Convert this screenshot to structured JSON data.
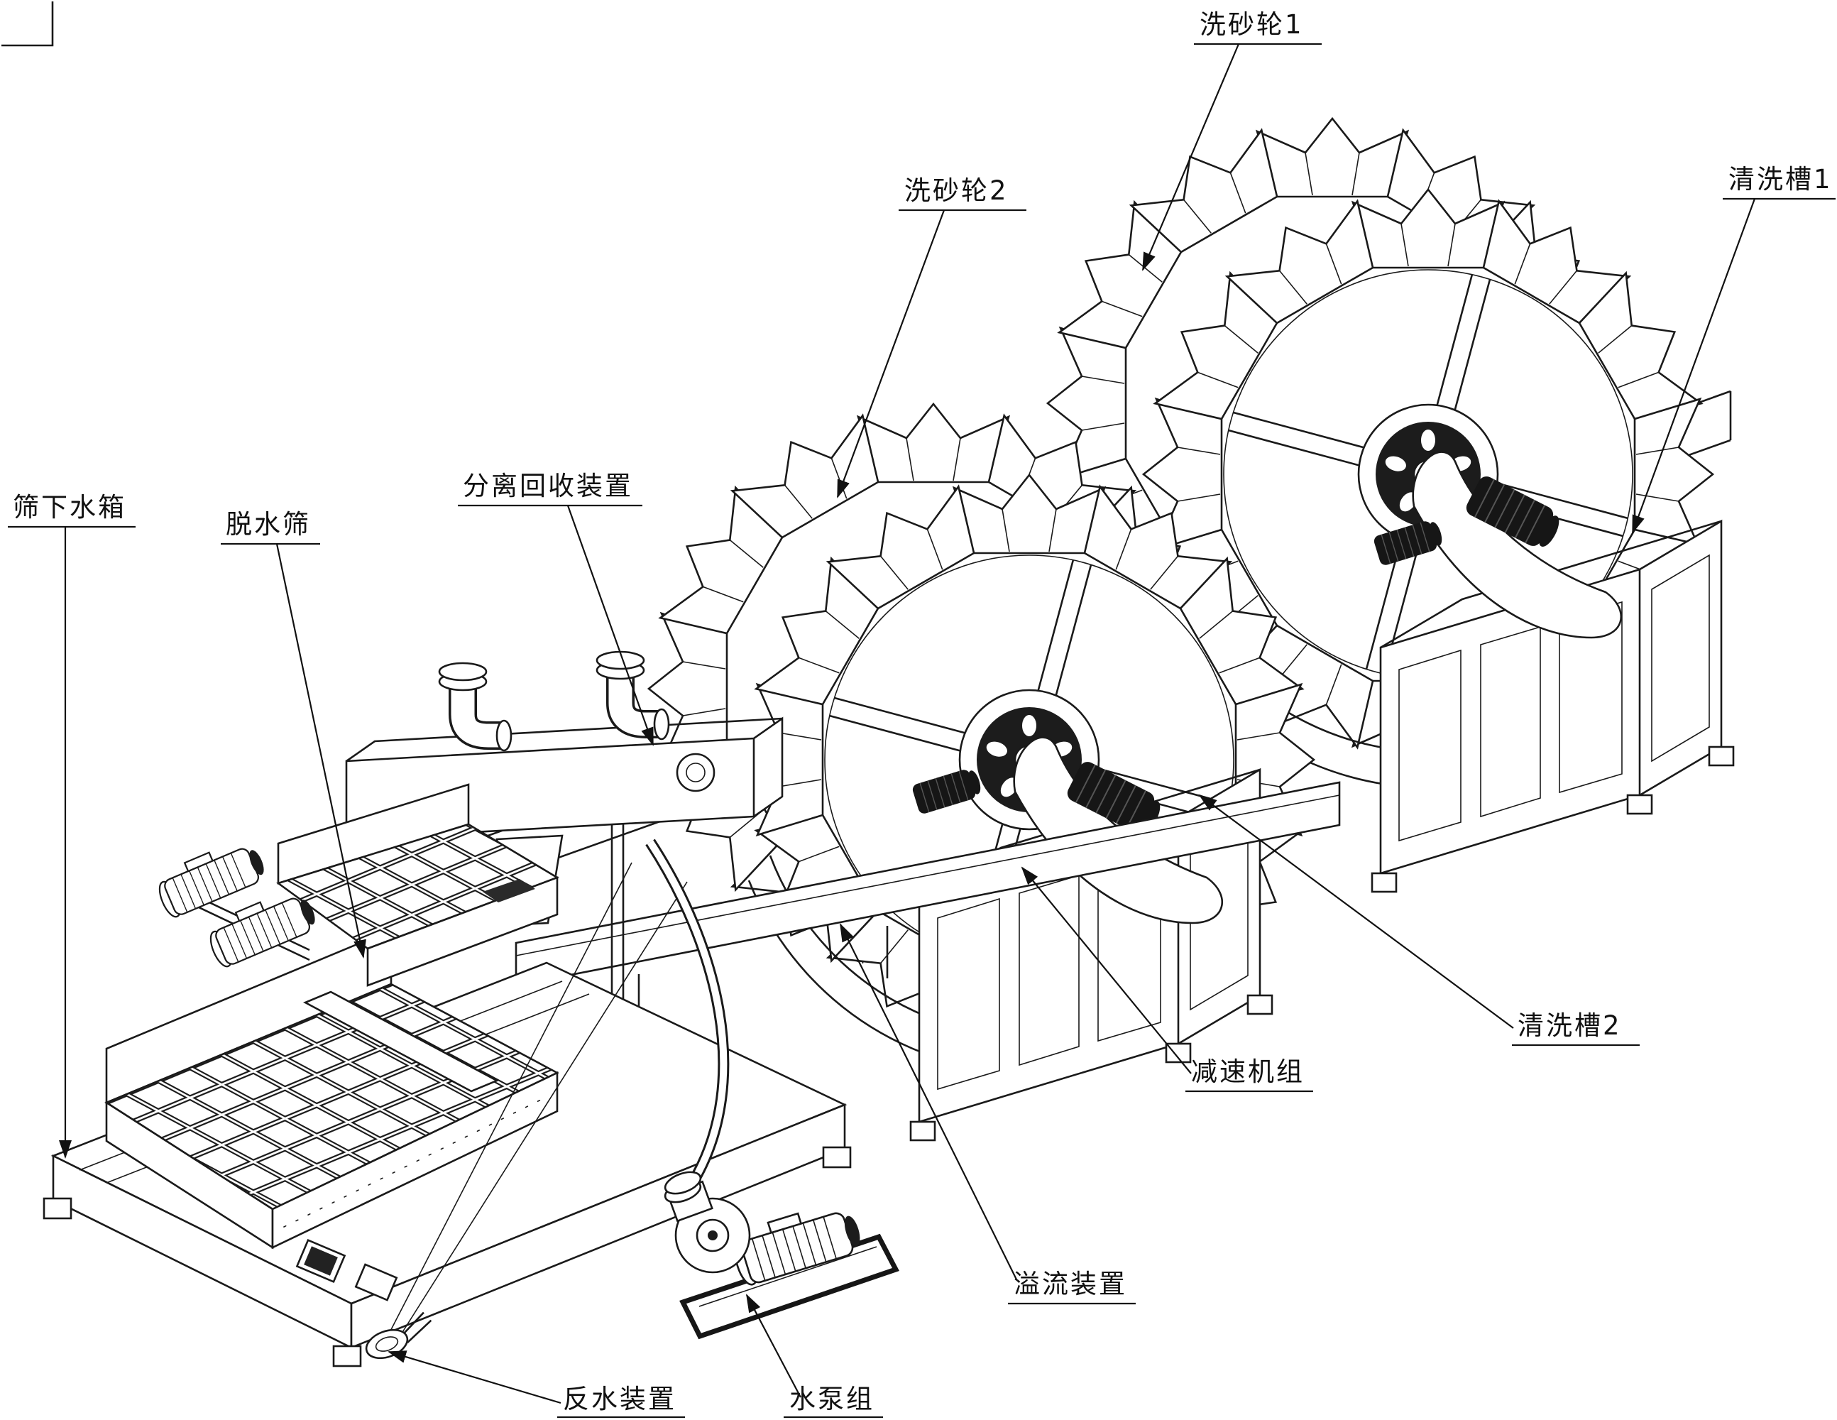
{
  "figure": {
    "kind": "isometric patent line drawing of a dual bucket-wheel sand washing machine"
  },
  "labels": {
    "sand_wheel_1": "洗砂轮1",
    "sand_wheel_2": "洗砂轮2",
    "wash_tank_1": "清洗槽1",
    "wash_tank_2": "清洗槽2",
    "separation_recovery_device": "分离回收装置",
    "dewatering_screen": "脱水筛",
    "under_screen_water_tank": "筛下水箱",
    "reducer_unit": "减速机组",
    "overflow_device": "溢流装置",
    "water_return_device": "反水装置",
    "water_pump_group": "水泵组"
  },
  "colors": {
    "line": "#1a1a1a",
    "background": "#ffffff",
    "dark_fill": "#161616"
  }
}
